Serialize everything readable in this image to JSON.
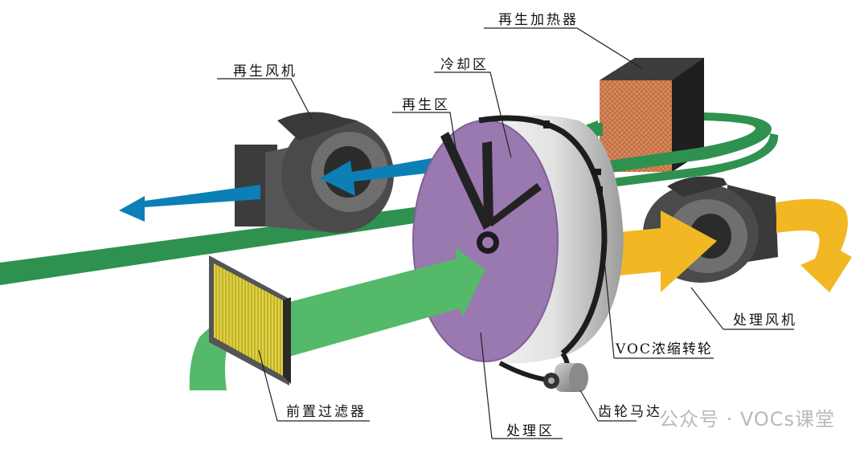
{
  "labels": {
    "regen_heater": "再生加热器",
    "cooling_zone": "冷却区",
    "regen_fan": "再生风机",
    "regen_zone": "再生区",
    "process_fan": "处理风机",
    "voc_rotor": "VOC浓缩转轮",
    "pre_filter": "前置过滤器",
    "gear_motor": "齿轮马达",
    "process_zone": "处理区"
  },
  "watermark": "公众号 · VOCs课堂",
  "colors": {
    "process_air": "#55b96a",
    "regen_air": "#2e9150",
    "exhaust_blue": "#0c7fb6",
    "clean_air": "#f2b824",
    "rotor_face": "#9a78b0",
    "fan_body": "#4a4a4a",
    "heater_mesh": "#d8875a",
    "filter_mesh": "#d6c83a"
  }
}
